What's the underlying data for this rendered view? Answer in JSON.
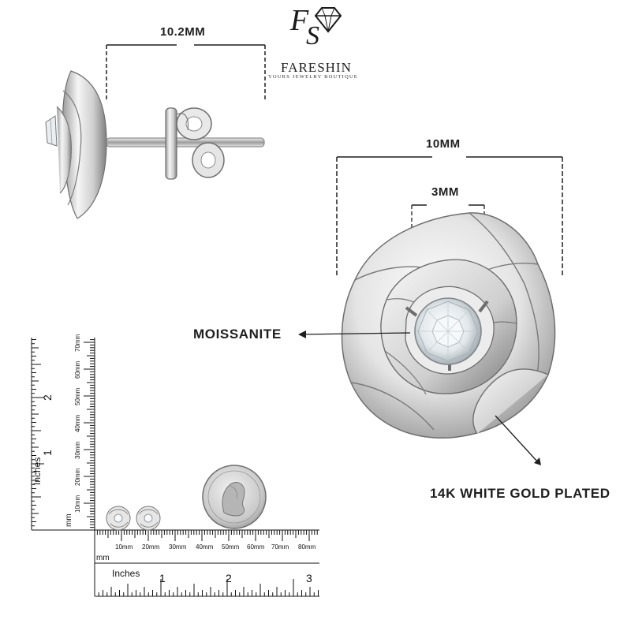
{
  "brand": {
    "monogram": "FS",
    "name": "FARESHIN",
    "tagline": "YOURS JEWELRY BOUTIQUE"
  },
  "dimensions": {
    "side_length": "10.2MM",
    "width": "10MM",
    "stone": "3MM"
  },
  "callouts": {
    "stone_material": "MOISSANITE",
    "metal_finish": "14K WHITE GOLD PLATED"
  },
  "size_chart": {
    "vertical_unit_label": "Inches",
    "vertical_mm_label": "mm",
    "vertical_inch_numbers": [
      "1",
      "2"
    ],
    "vertical_mm_numbers": [
      "10mm",
      "20mm",
      "30mm",
      "40mm",
      "50mm",
      "60mm",
      "70mm"
    ],
    "horizontal_mm_label": "mm",
    "horizontal_mm_numbers": [
      "10mm",
      "20mm",
      "30mm",
      "40mm",
      "50mm",
      "60mm",
      "70mm",
      "80mm"
    ],
    "horizontal_unit_label": "Inches",
    "horizontal_inch_numbers": [
      "1",
      "2",
      "3"
    ]
  },
  "colors": {
    "text": "#1e1e1e",
    "metal_light": "#f4f4f4",
    "metal_dark": "#8a8a8a",
    "ruler": "#111111"
  }
}
